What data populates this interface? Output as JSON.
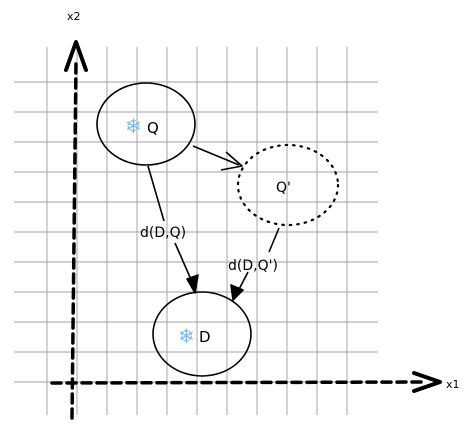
{
  "axes": {
    "x_label": "x1",
    "y_label": "x2"
  },
  "nodes": {
    "q": {
      "label": "Q",
      "icon": "snowflake-icon"
    },
    "q_prime": {
      "label": "Q'"
    },
    "d": {
      "label": "D",
      "icon": "snowflake-icon"
    }
  },
  "edges": {
    "d_q": {
      "label": "d(D,Q)"
    },
    "d_q_prime": {
      "label": "d(D,Q')"
    }
  },
  "colors": {
    "grid": "#b3b3b3",
    "ink": "#000000",
    "snowflake": "#7fb6e6"
  }
}
